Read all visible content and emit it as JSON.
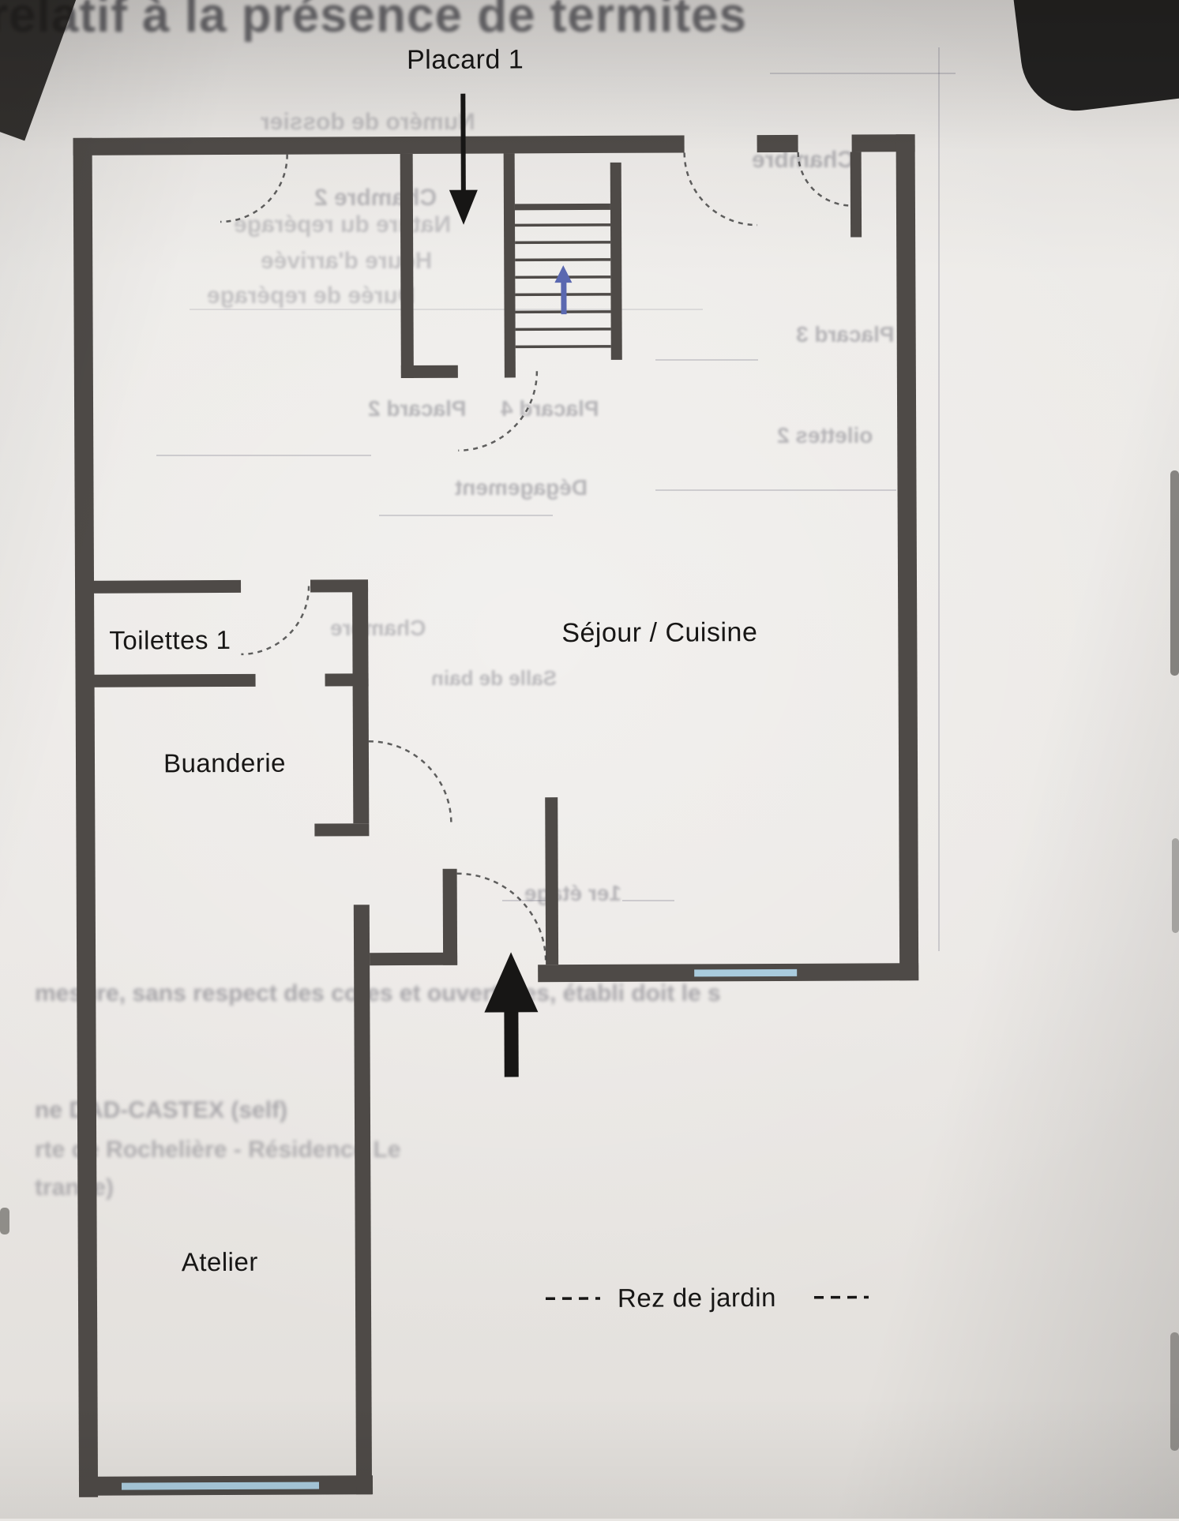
{
  "colors": {
    "paper": "#e9e6e3",
    "wall": "#4e4a47",
    "window": "#a9cbdd",
    "ink": "#171615",
    "stair_arrow": "#5a68b0",
    "bleed_ink": "#30303f"
  },
  "plan": {
    "labels": {
      "placard1": "Placard 1",
      "toilettes1": "Toilettes 1",
      "buanderie": "Buanderie",
      "atelier": "Atelier",
      "sejour_cuisine": "Séjour / Cuisine",
      "level": "Rez de jardin"
    },
    "icons": {
      "placard1_arrow": "down-arrow",
      "entrance_arrow": "up-arrow",
      "stair_direction_arrow": "small-up-arrow"
    }
  },
  "bleedthrough": {
    "header": "relatif à la présence de termites",
    "mirrored_labels": [
      {
        "text": "Chambre"
      },
      {
        "text": "Chambre 2"
      },
      {
        "text": "Numéro de dossier"
      },
      {
        "text": "Nature du repérage"
      },
      {
        "text": "Heure d'arrivée"
      },
      {
        "text": "Durée de repérage"
      },
      {
        "text": "Placard 3"
      },
      {
        "text": "Placard 2"
      },
      {
        "text": "Placard 4"
      },
      {
        "text": "oilettes 2"
      },
      {
        "text": "Dégagement"
      },
      {
        "text": "Chambre"
      },
      {
        "text": "Salle de bain"
      },
      {
        "text": "1er étage"
      }
    ],
    "reverse_lines": [
      {
        "text": "mesure, sans respect des cotes et ouvertures, établi doit le s"
      },
      {
        "text": "ne DAD-CASTEX (self)"
      },
      {
        "text": "rte de Rochelière - Résidence Le"
      },
      {
        "text": "trance)"
      }
    ]
  }
}
